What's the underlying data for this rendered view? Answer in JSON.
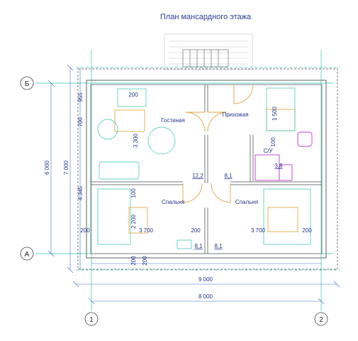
{
  "title": "План мансардного этажа",
  "axes": {
    "b": "Б",
    "a": "А",
    "one": "1",
    "two": "2"
  },
  "rooms": {
    "living": "Гостиная",
    "hall": "Прихожая",
    "bath": "С/У",
    "bed_left": "Спальня",
    "bed_right": "Спальня"
  },
  "areas": {
    "living": "12,2",
    "hall": "8,1",
    "bath": "3,8",
    "bottom_left": "8,1",
    "bottom_right": "8,1"
  },
  "dims": {
    "d955": "955",
    "d700": "700",
    "d6000": "6 000",
    "d7000": "7 000",
    "d4345": "4 345",
    "d200_top": "200",
    "d3300": "3 300",
    "d1500": "1 500",
    "d100_bath": "100",
    "d100_mid": "100",
    "d2200": "2 200",
    "d200_left": "200",
    "d3700_left": "3 700",
    "d200_center": "200",
    "d3700_right": "3 700",
    "d200_right": "200",
    "d200_bottom_a": "200",
    "d200_bottom_b": "200",
    "d9000": "9 000",
    "d8000": "8 000"
  },
  "colors": {
    "wall": "#7a7a7a",
    "axis": "#2ec7b0",
    "dim": "#3d6ec9",
    "text": "#23358a",
    "sanitary": "#c23ad6",
    "furniture": "#e0a030",
    "door": "#e2a640"
  }
}
